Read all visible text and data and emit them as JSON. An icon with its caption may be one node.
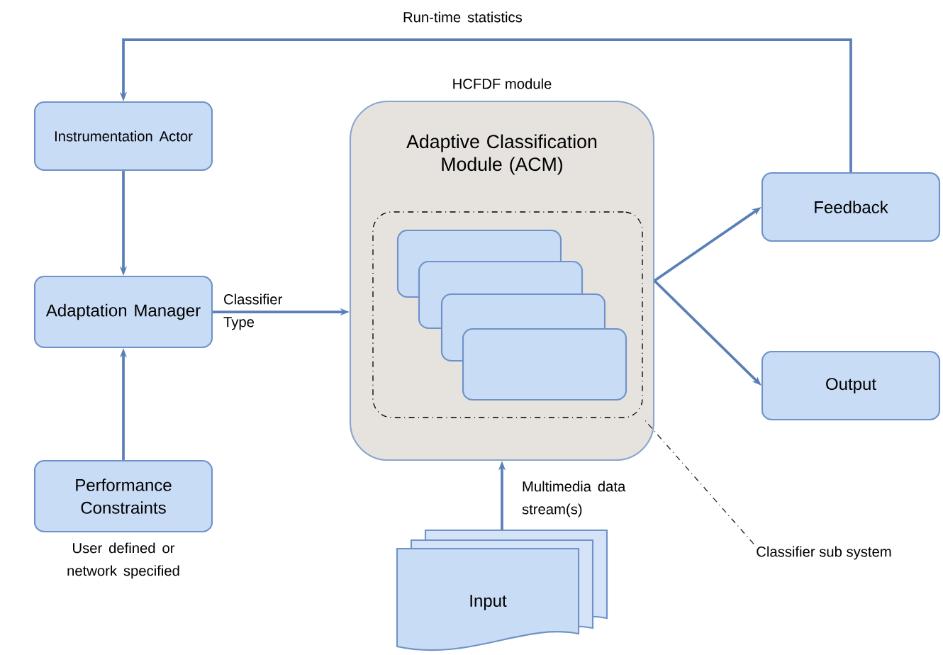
{
  "diagram": {
    "nodes": [
      {
        "text": [
          "Instrumentation Actor"
        ]
      },
      {
        "text": [
          "Adaptation Manager"
        ]
      },
      {
        "text": [
          "Performance Constraints"
        ],
        "beside": [
          "User defined or network specified"
        ]
      },
      {
        "text": [
          "HCFDF module",
          "Adaptive Classification Module (ACM)"
        ]
      },
      {
        "text": [],
        "shape": "box",
        "in": 3
      },
      {
        "text": [],
        "shape": "box",
        "in": 4
      },
      {
        "text": [],
        "shape": "box",
        "in": 4
      },
      {
        "text": [],
        "shape": "box",
        "in": 4
      },
      {
        "text": [],
        "shape": "box",
        "in": 4
      },
      {
        "text": [
          "Feedback"
        ]
      },
      {
        "text": [
          "Output"
        ]
      },
      {
        "text": [
          "Input"
        ]
      },
      {
        "text": [
          "Classifier sub system"
        ]
      }
    ],
    "edges": [
      {
        "from": 0,
        "to": 1,
        "arrow": "to"
      },
      {
        "from": 2,
        "to": 1,
        "arrow": "to"
      },
      {
        "from": 1,
        "to": 3,
        "arrow": "to",
        "label": "Classifier Type"
      },
      {
        "from": 3,
        "to": 9,
        "arrow": "to"
      },
      {
        "from": 3,
        "to": 10,
        "arrow": "to"
      },
      {
        "from": 11,
        "to": 3,
        "arrow": "to",
        "label": "Multimedia data stream(s)"
      },
      {
        "from": 9,
        "to": 0,
        "arrow": "to",
        "label": "Run-time statistics"
      },
      {
        "from": 12,
        "to": 4,
        "arrow": "none",
        "style": "dashed",
        "color": "#222222"
      }
    ]
  }
}
